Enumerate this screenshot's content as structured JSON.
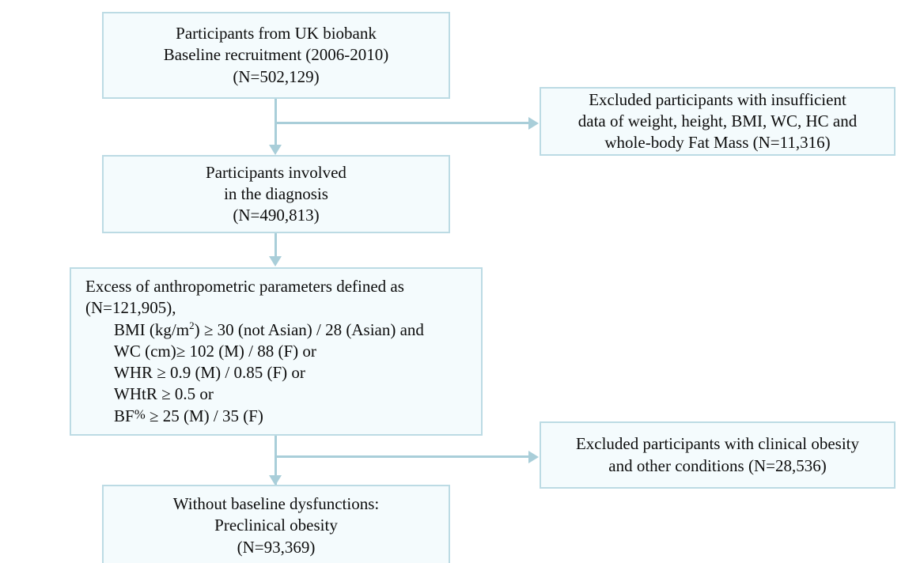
{
  "chart_data": {
    "type": "diagram",
    "title": "Participant selection flow diagram (UK Biobank preclinical obesity cohort)",
    "nodes": [
      {
        "id": "source",
        "lines": [
          "Participants from UK biobank",
          "Baseline recruitment (2006-2010)",
          "(N=502,129)"
        ],
        "n": 502129
      },
      {
        "id": "excluded_1",
        "lines": [
          "Excluded participants with insufficient",
          "data of  weight, height, BMI, WC, HC and",
          "whole-body Fat Mass (N=11,316)"
        ],
        "n": 11316
      },
      {
        "id": "included",
        "lines": [
          "Participants  involved",
          "in the diagnosis",
          "(N=490,813)"
        ],
        "n": 490813
      },
      {
        "id": "criteria",
        "lines": [
          "Excess of anthropometric parameters defined as",
          "(N=121,905),"
        ],
        "criteria_lines": [
          "BMI (kg/m²) ≥ 30 (not Asian) / 28 (Asian) and",
          "WC (cm)≥ 102 (M) / 88 (F) or",
          "WHR ≥ 0.9 (M) / 0.85 (F) or",
          "WHtR ≥ 0.5 or",
          "BF% ≥  25 (M) / 35 (F)"
        ],
        "n": 121905
      },
      {
        "id": "excluded_2",
        "lines": [
          "Excluded participants with clinical obesity",
          "and other conditions (N=28,536)"
        ],
        "n": 28536
      },
      {
        "id": "outcome",
        "lines": [
          "Without baseline dysfunctions:",
          "Preclinical obesity",
          "(N=93,369)"
        ],
        "n": 93369
      }
    ],
    "edges": [
      {
        "from": "source",
        "to": "included",
        "type": "down"
      },
      {
        "from": "source",
        "to": "excluded_1",
        "type": "right"
      },
      {
        "from": "included",
        "to": "criteria",
        "type": "down"
      },
      {
        "from": "criteria",
        "to": "outcome",
        "type": "down"
      },
      {
        "from": "criteria",
        "to": "excluded_2",
        "type": "right"
      }
    ],
    "colors": {
      "box_fill": "#f4fbfd",
      "box_border": "#bcdbe4",
      "connector": "#a9ced9",
      "text": "#0d0d0d",
      "background": "#ffffff"
    }
  },
  "source": {
    "line1": "Participants from UK biobank",
    "line2": "Baseline recruitment (2006-2010)",
    "line3": "(N=502,129)"
  },
  "excluded_1": {
    "line1": "Excluded participants with insufficient",
    "line2": "data of  weight, height, BMI, WC, HC and",
    "line3": "whole-body Fat Mass (N=11,316)"
  },
  "included": {
    "line1": "Participants  involved",
    "line2": "in the diagnosis",
    "line3": "(N=490,813)"
  },
  "criteria": {
    "line1": "Excess of anthropometric parameters defined as",
    "line2": "(N=121,905),",
    "bmi_prefix": "BMI (kg/m",
    "bmi_sup": "2",
    "bmi_suffix": ") ≥ 30 (not Asian) / 28 (Asian) and",
    "wc": "WC (cm)≥ 102 (M) / 88 (F) or",
    "whr": "WHR ≥ 0.9 (M) / 0.85 (F) or",
    "whtr": "WHtR ≥ 0.5 or",
    "bf_prefix": "BF",
    "bf_pct": "%",
    "bf_suffix": " ≥  25 (M) / 35 (F)"
  },
  "excluded_2": {
    "line1": "Excluded participants with clinical obesity",
    "line2": "and other conditions (N=28,536)"
  },
  "outcome": {
    "line1": "Without baseline dysfunctions:",
    "line2": "Preclinical obesity",
    "line3": "(N=93,369)"
  }
}
